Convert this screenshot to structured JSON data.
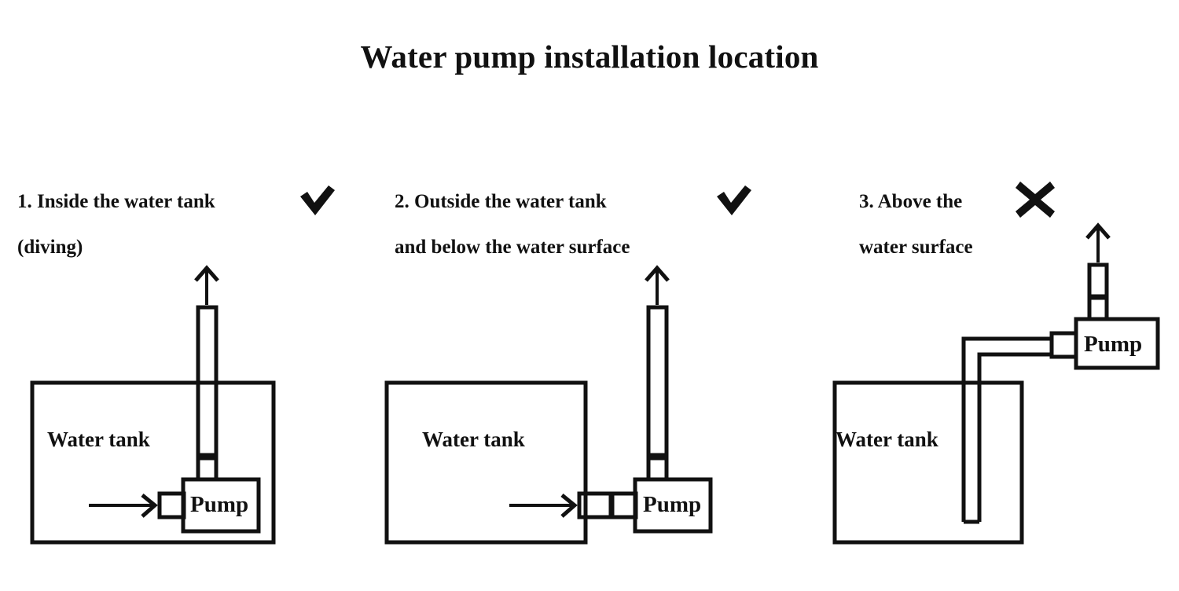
{
  "page": {
    "title": "Water pump installation location",
    "background_color": "#ffffff",
    "line_color": "#111111",
    "text_color": "#111111"
  },
  "columns": [
    {
      "id": "inside-tank",
      "heading_line1": "1. Inside the water tank",
      "heading_line2": "(diving)",
      "mark": "check-mark",
      "mark_glyph": "✔",
      "verdict": "approved",
      "tank_label": "Water tank",
      "pump_label": "Pump",
      "outlet_arrow": "up-arrow",
      "inlet_arrow": "right-arrow",
      "pump_location": "inside the water tank, submerged at the bottom"
    },
    {
      "id": "outside-below-surface",
      "heading_line1": "2. Outside the water tank",
      "heading_line2": "and below the water surface",
      "mark": "check-mark",
      "mark_glyph": "✔",
      "verdict": "approved",
      "tank_label": "Water tank",
      "pump_label": "Pump",
      "outlet_arrow": "up-arrow",
      "inlet_arrow": "right-arrow",
      "pump_location": "outside the tank, below the water surface"
    },
    {
      "id": "above-water-surface",
      "heading_line1": "3. Above the",
      "heading_line2": "water surface",
      "mark": "cross-mark",
      "mark_glyph": "✖",
      "verdict": "not-allowed",
      "tank_label": "Water tank",
      "pump_label": "Pump",
      "outlet_arrow": "up-arrow",
      "inlet_arrow": "none",
      "pump_location": "above the water surface, suction pipe dipping into the tank"
    }
  ]
}
